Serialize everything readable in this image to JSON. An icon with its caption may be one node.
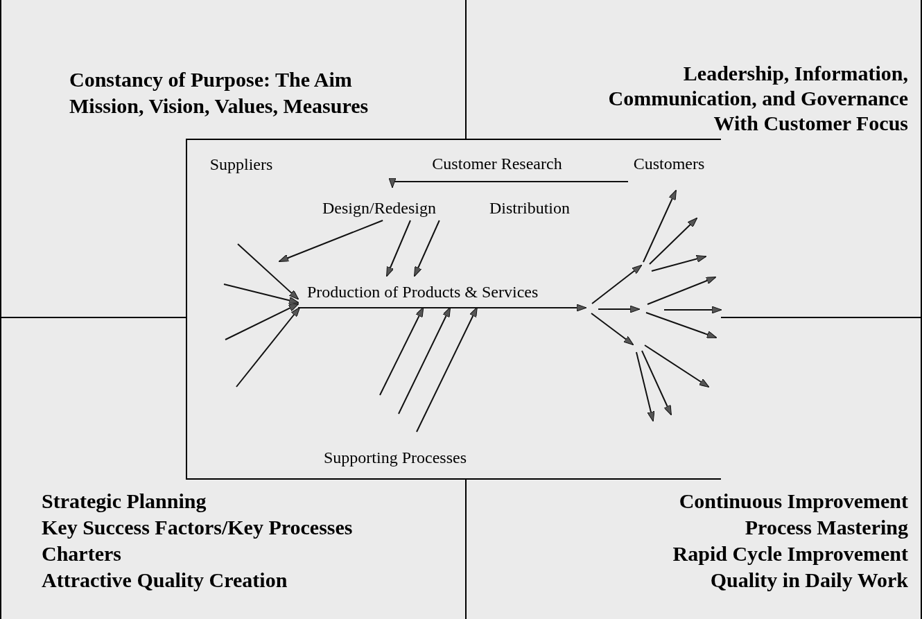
{
  "diagram": {
    "nodes": [
      {
        "text": [],
        "shape": "box"
      },
      {
        "text": [
          "Suppliers"
        ],
        "in": 0
      },
      {
        "text": [
          "Customers"
        ],
        "in": 0
      },
      {
        "text": [
          "Design/Redesign"
        ],
        "in": 0
      },
      {
        "text": [
          "Distribution"
        ],
        "in": 0
      },
      {
        "text": [
          "Production of Products & Services"
        ],
        "in": 0
      },
      {
        "text": [
          "Supporting Processes"
        ],
        "in": 0
      }
    ],
    "edges": [
      {
        "from": 2,
        "to": 3,
        "arrow": "to",
        "label": "Customer Research"
      },
      {
        "from": null,
        "to": 5,
        "arrow": "to"
      },
      {
        "from": null,
        "to": 5,
        "arrow": "to"
      },
      {
        "from": null,
        "to": 5,
        "arrow": "to"
      },
      {
        "from": null,
        "to": 5,
        "arrow": "to"
      },
      {
        "from": 3,
        "to": null,
        "arrow": "to"
      },
      {
        "from": 3,
        "to": 5,
        "arrow": "to"
      },
      {
        "from": 3,
        "to": 5,
        "arrow": "to"
      },
      {
        "from": null,
        "to": 5,
        "arrow": "to"
      },
      {
        "from": null,
        "to": 5,
        "arrow": "to"
      },
      {
        "from": null,
        "to": 5,
        "arrow": "to"
      },
      {
        "from": 5,
        "to": null,
        "arrow": "to"
      }
    ],
    "labels": [
      "Constancy of Purpose: The Aim",
      "Mission, Vision, Values, Measures",
      "Leadership, Information, Communication, and Governance With Customer Focus",
      "Strategic Planning",
      "Key Success Factors/Key Processes",
      "Charters",
      "Attractive Quality Creation",
      "Continuous Improvement",
      "Process Mastering",
      "Rapid Cycle Improvement",
      "Quality in Daily Work"
    ]
  }
}
